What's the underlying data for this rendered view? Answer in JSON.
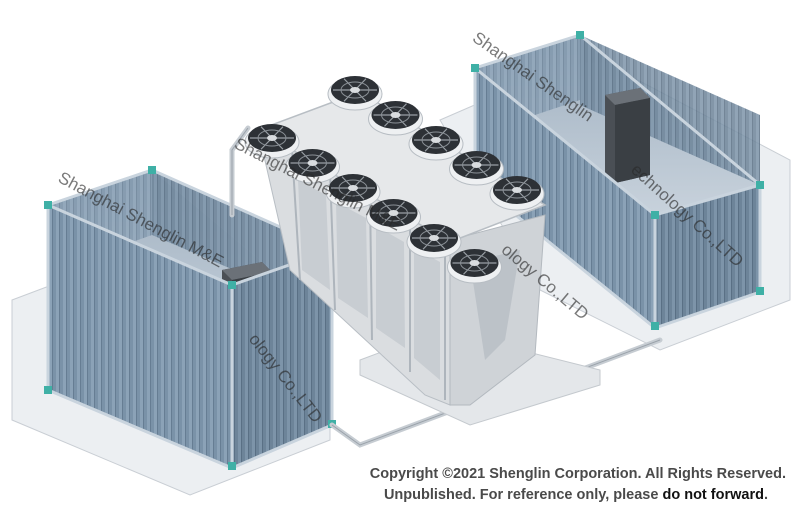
{
  "watermark": {
    "left_container_text": "Shanghai Shenglin M&E",
    "left_container_suffix": "ology Co.,LTD",
    "center_unit_text": "Shanghai Shenglin M&E",
    "center_unit_suffix": "ology Co.,LTD",
    "right_container_text": "Shanghai Shenglin",
    "right_container_suffix": "echnology Co.,LTD"
  },
  "footer": {
    "line1": "Copyright ©2021 Shenglin Corporation. All Rights Reserved.",
    "line2_prefix": "Unpublished. For reference only, please ",
    "line2_emphasis": "do not forward",
    "line2_suffix": "."
  },
  "colors": {
    "container_blue": "#7e95aa",
    "container_frame": "#b7c4d1",
    "corner_cast": "#3fb0a6",
    "slab": "#e9ecef",
    "unit_frame": "#d6d9dc",
    "fan_dark": "#2d3136"
  }
}
